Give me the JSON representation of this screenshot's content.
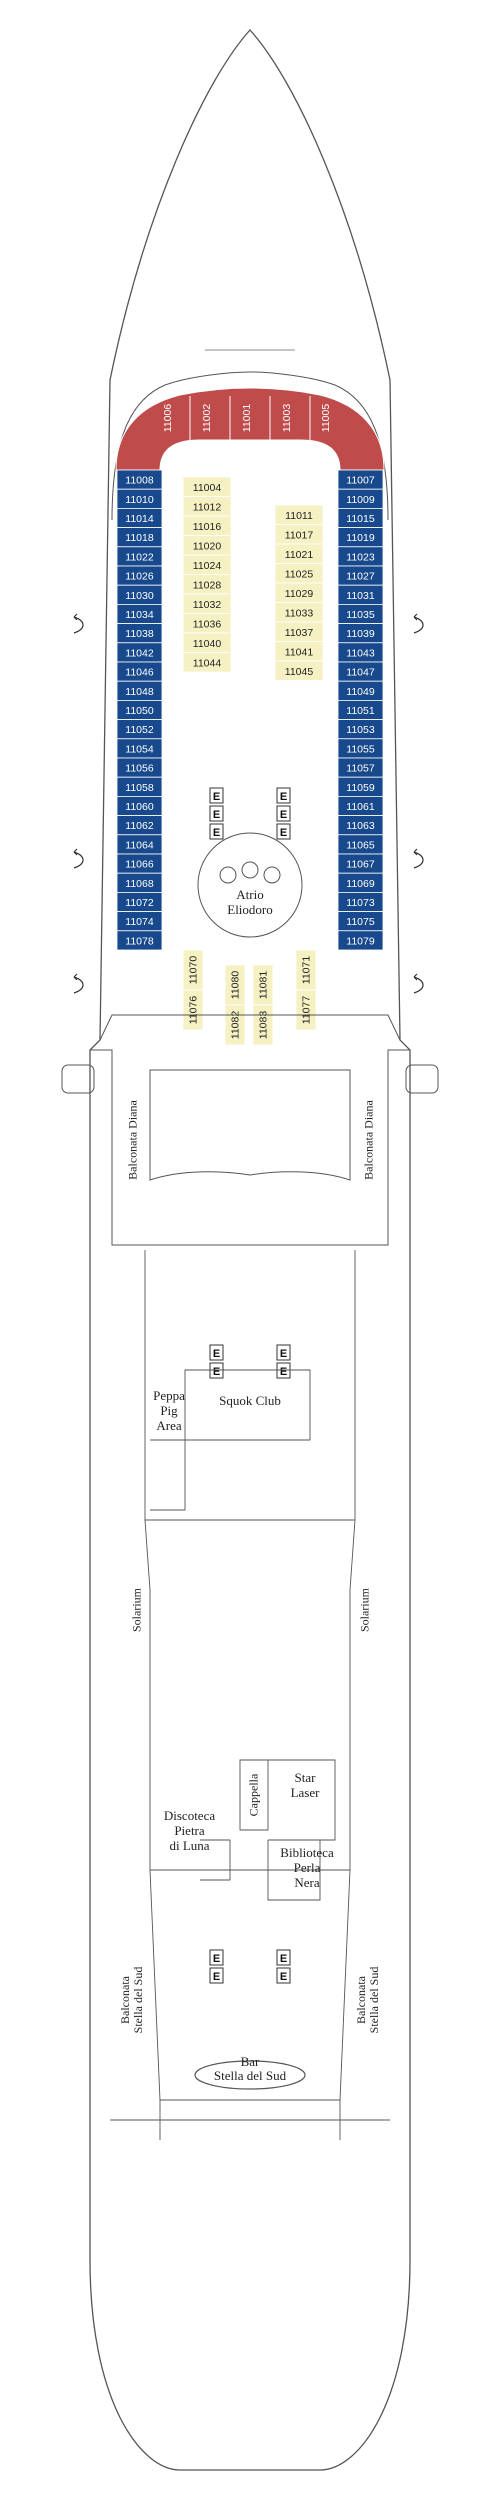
{
  "colors": {
    "balcony_cabin": "#17498c",
    "inside_cabin": "#f6f1c3",
    "suite_cabin": "#bf4b4b",
    "outline": "#555555"
  },
  "suite_cabins": [
    "11006",
    "11002",
    "11001",
    "11003",
    "11005"
  ],
  "left_outer_cabins": [
    "11008",
    "11010",
    "11014",
    "11018",
    "11022",
    "11026",
    "11030",
    "11034",
    "11038",
    "11042",
    "11046",
    "11048",
    "11050",
    "11052",
    "11054",
    "11056",
    "11058",
    "11060",
    "11062",
    "11064",
    "11066",
    "11068",
    "11072",
    "11074",
    "11078"
  ],
  "right_outer_cabins": [
    "11007",
    "11009",
    "11015",
    "11019",
    "11023",
    "11027",
    "11031",
    "11035",
    "11039",
    "11043",
    "11047",
    "11049",
    "11051",
    "11053",
    "11055",
    "11057",
    "11059",
    "11061",
    "11063",
    "11065",
    "11067",
    "11069",
    "11073",
    "11075",
    "11079"
  ],
  "left_inner_cabins": [
    "11004",
    "11012",
    "11016",
    "11020",
    "11024",
    "11028",
    "11032",
    "11036",
    "11040",
    "11044"
  ],
  "right_inner_cabins": [
    "11011",
    "11017",
    "11021",
    "11025",
    "11029",
    "11033",
    "11037",
    "11041",
    "11045"
  ],
  "aft_inside_cabins": {
    "col1": [
      "11070",
      "11076"
    ],
    "col2": [
      "11080",
      "11082"
    ],
    "col3": [
      "11081",
      "11083"
    ],
    "col4": [
      "11071",
      "11077"
    ]
  },
  "elevator_symbol": "E",
  "venues": {
    "atrio": [
      "Atrio",
      "Eliodoro"
    ],
    "balconata_diana_left": "Balconata Diana",
    "balconata_diana_right": "Balconata Diana",
    "squok_club": "Squok Club",
    "peppa_pig": [
      "Peppa",
      "Pig",
      "Area"
    ],
    "solarium_left": "Solarium",
    "solarium_right": "Solarium",
    "cappella": "Cappella",
    "star_laser": [
      "Star",
      "Laser"
    ],
    "discoteca": [
      "Discoteca",
      "Pietra",
      "di Luna"
    ],
    "biblioteca": [
      "Biblioteca",
      "Perla",
      "Nera"
    ],
    "balconata_stella_left": [
      "Balconata",
      "Stella del Sud"
    ],
    "balconata_stella_right": [
      "Balconata",
      "Stella del Sud"
    ],
    "bar": [
      "Bar",
      "Stella del Sud"
    ]
  }
}
